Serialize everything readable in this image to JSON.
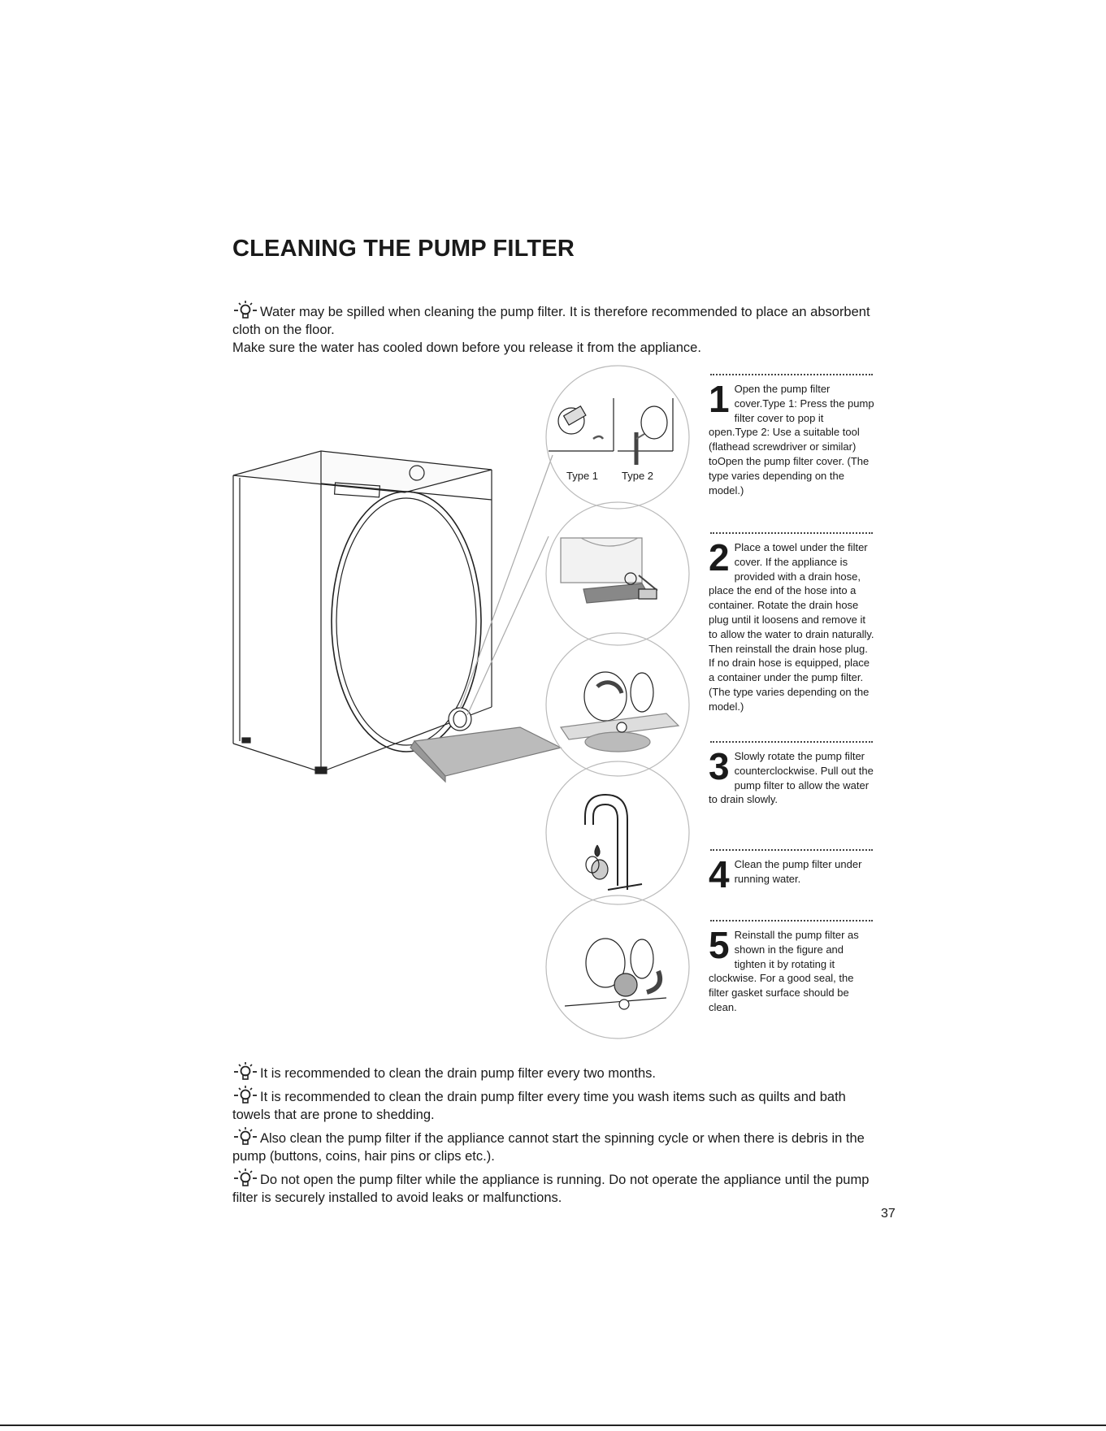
{
  "title": "CLEANING THE PUMP FILTER",
  "intro": {
    "line1": "Water may be spilled when cleaning the pump filter. It is therefore recommended to place an absorbent cloth on the floor.",
    "line2": "Make sure the water has cooled down before you release it from the appliance."
  },
  "illustration": {
    "type1_label": "Type 1",
    "type2_label": "Type 2"
  },
  "steps": [
    {
      "number": "1",
      "text": "Open the pump filter cover.Type 1: Press the pump filter cover to pop it open.Type 2: Use a suitable tool (flathead screwdriver or similar) toOpen the pump filter cover. (The type varies depending on the model.)"
    },
    {
      "number": "2",
      "text": "Place a towel under the filter cover. If the appliance is provided with a drain hose, place the end of the hose into a container. Rotate the drain hose plug until it loosens and remove it to allow the water to drain naturally. Then reinstall the drain hose plug. If no drain hose is equipped, place a container under the pump filter. (The type varies depending on the model.)"
    },
    {
      "number": "3",
      "text": "Slowly rotate the pump filter counterclockwise. Pull out the pump filter to allow the water to drain slowly."
    },
    {
      "number": "4",
      "text": "Clean the pump filter under running water."
    },
    {
      "number": "5",
      "text": "Reinstall the pump filter as shown in the figure and tighten it by rotating it clockwise. For a good seal, the filter gasket surface should be clean."
    }
  ],
  "tips": [
    "It is recommended to clean the drain pump filter every two months.",
    "It is recommended to clean the drain pump filter every time you wash items such as quilts and bath towels that are prone to shedding.",
    "Also clean the pump filter if the appliance cannot start the spinning cycle or when there is debris in the pump (buttons, coins, hair pins or clips etc.).",
    "Do not open the pump filter while the appliance is running. Do not operate the appliance until the pump filter is securely installed to avoid leaks or malfunctions."
  ],
  "page_number": "37",
  "icons": {
    "tip": "lightbulb-icon"
  }
}
